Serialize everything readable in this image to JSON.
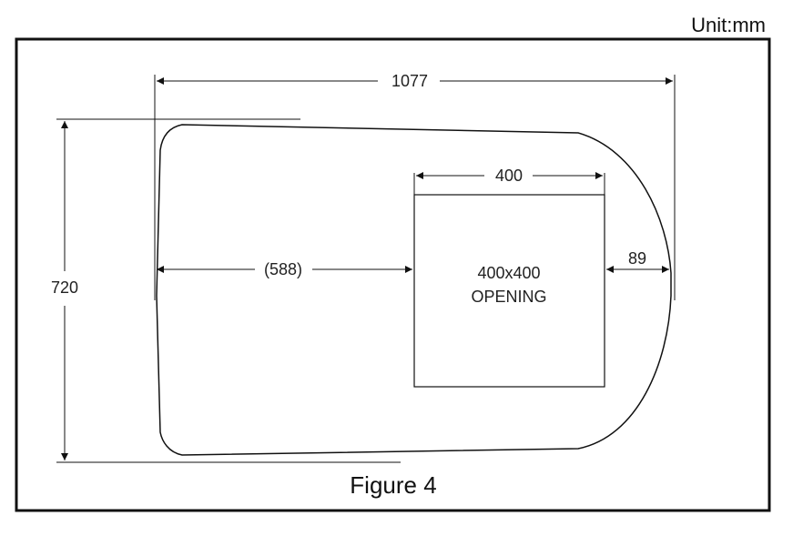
{
  "unit_label": "Unit:mm",
  "caption": "Figure 4",
  "dimensions": {
    "overall_length": "1077",
    "overall_width": "720",
    "opening_size": "400",
    "offset_left": "(588)",
    "offset_right": "89"
  },
  "opening": {
    "line1": "400x400",
    "line2": "OPENING"
  }
}
